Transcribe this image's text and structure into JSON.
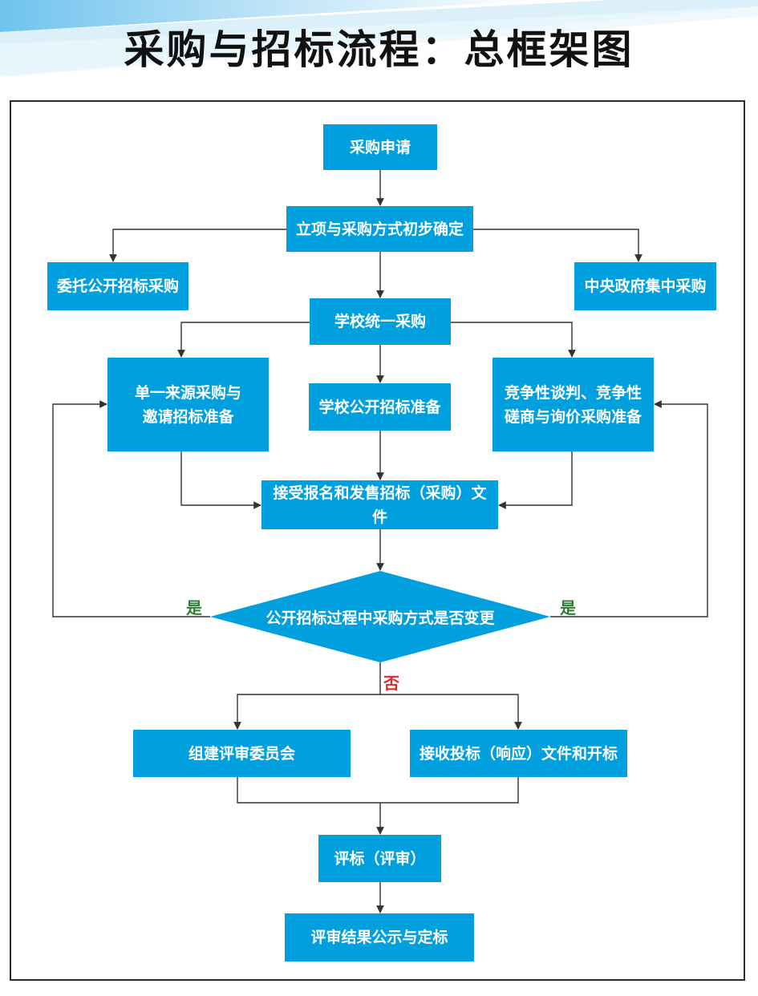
{
  "title": "采购与招标流程：总框架图",
  "colors": {
    "node_fill": "#00a0df",
    "node_text": "#ffffff",
    "yes_label": "#2e7d32",
    "no_label": "#d32f2f",
    "line": "#333333"
  },
  "nodes": {
    "apply": "采购申请",
    "initiate": "立项与采购方式初步确定",
    "entrust": "委托公开招标采购",
    "central": "中央政府集中采购",
    "school_unified": "学校统一采购",
    "single_source_l1": "单一来源采购与",
    "single_source_l2": "邀请招标准备",
    "school_tender": "学校公开招标准备",
    "competitive_l1": "竞争性谈判、竞争性",
    "competitive_l2": "磋商与询价采购准备",
    "registration": "接受报名和发售招标（采购）文件",
    "decision": "公开招标过程中采购方式是否变更",
    "committee": "组建评审委员会",
    "bid_open": "接收投标（响应）文件和开标",
    "evaluation": "评标（评审）",
    "publicity": "评审结果公示与定标"
  },
  "edge_labels": {
    "yes_left": "是",
    "yes_right": "是",
    "no": "否"
  }
}
